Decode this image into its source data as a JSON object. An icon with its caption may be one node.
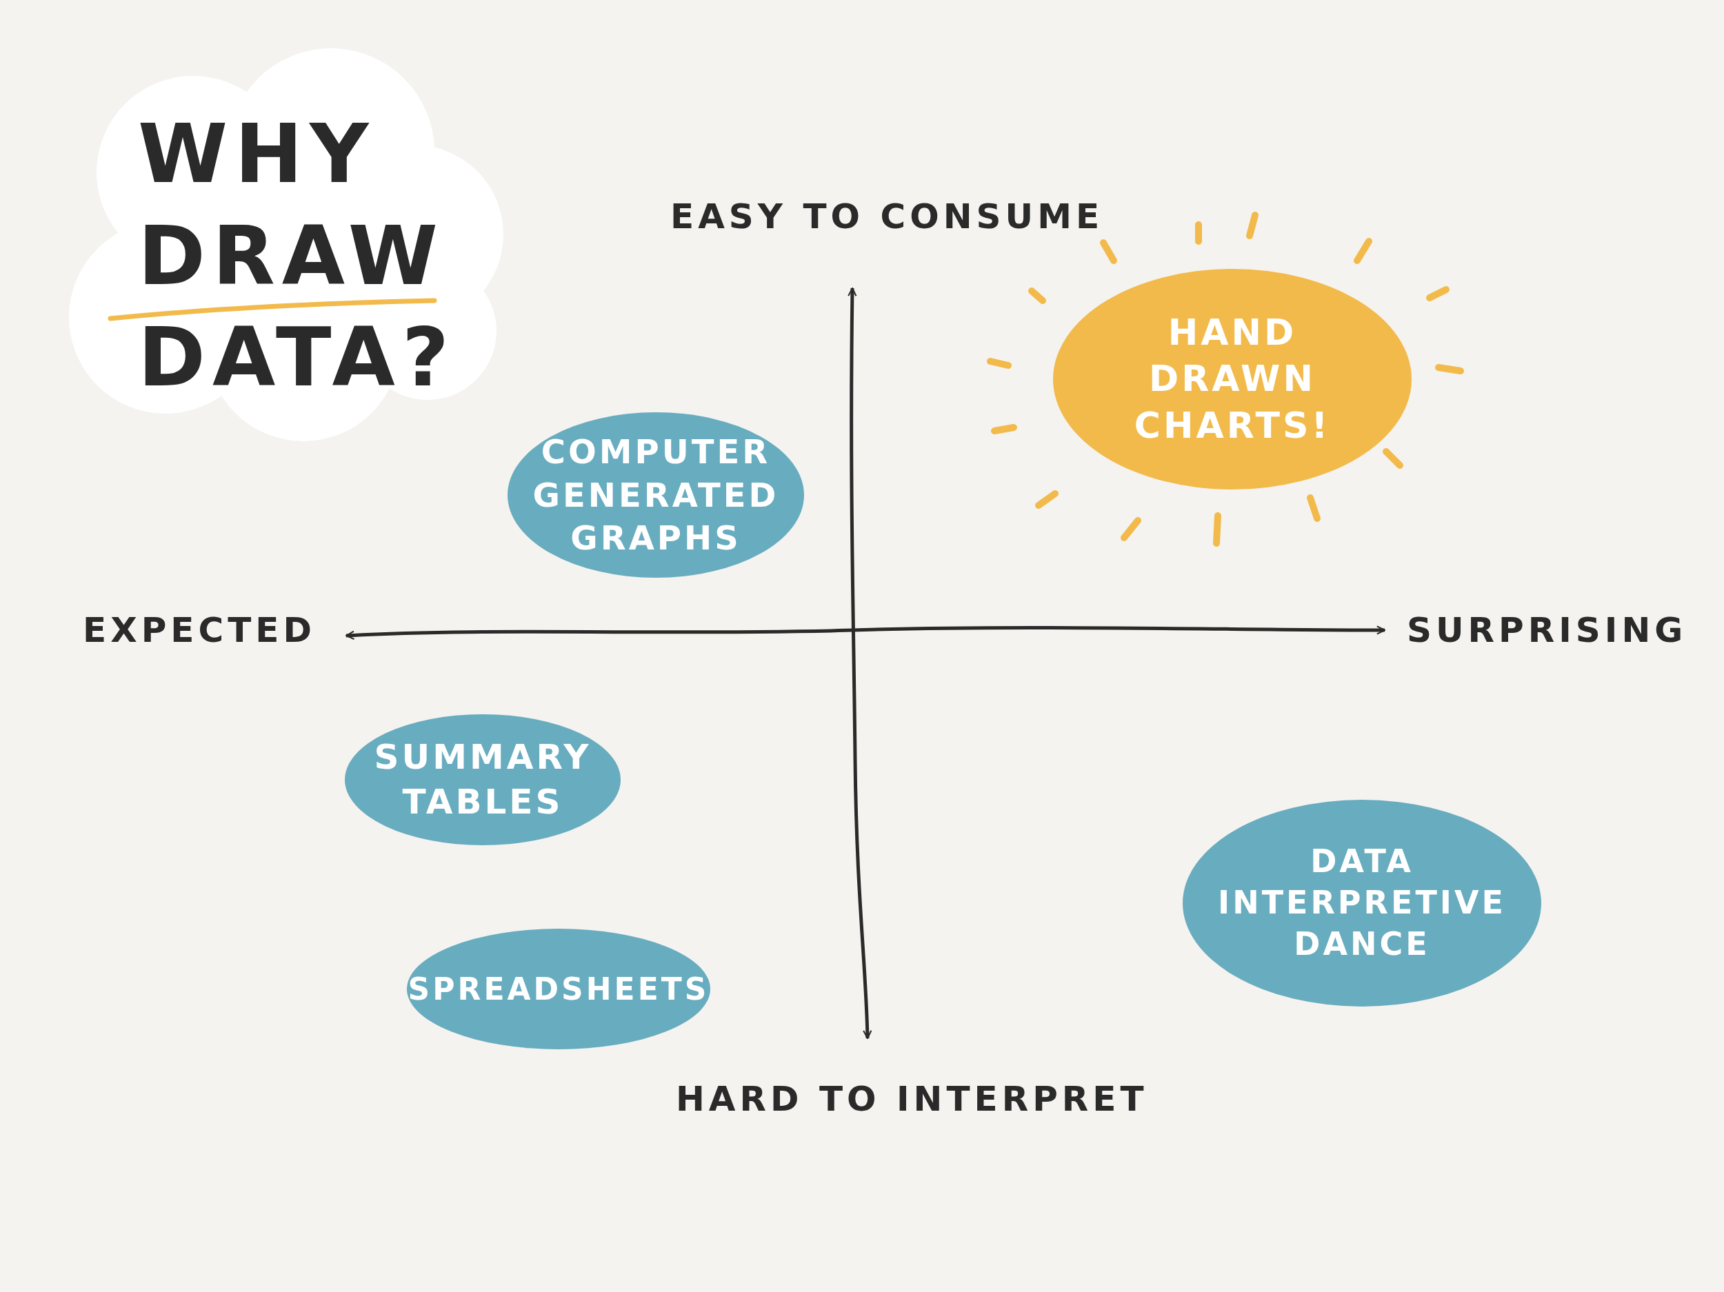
{
  "diagram": {
    "title": "WHY DRAW DATA?",
    "nodes": [
      {
        "text": [
          "COMPUTER GENERATED GRAPHS"
        ]
      },
      {
        "text": [
          "HAND DRAWN CHARTS!"
        ]
      },
      {
        "text": [
          "SUMMARY TABLES"
        ]
      },
      {
        "text": [
          "SPREADSHEETS"
        ]
      },
      {
        "text": [
          "DATA INTERPRETIVE DANCE"
        ]
      }
    ],
    "labels": [
      "EASY TO CONSUME",
      "EXPECTED",
      "SURPRISING",
      "HARD TO INTERPRET"
    ]
  }
}
